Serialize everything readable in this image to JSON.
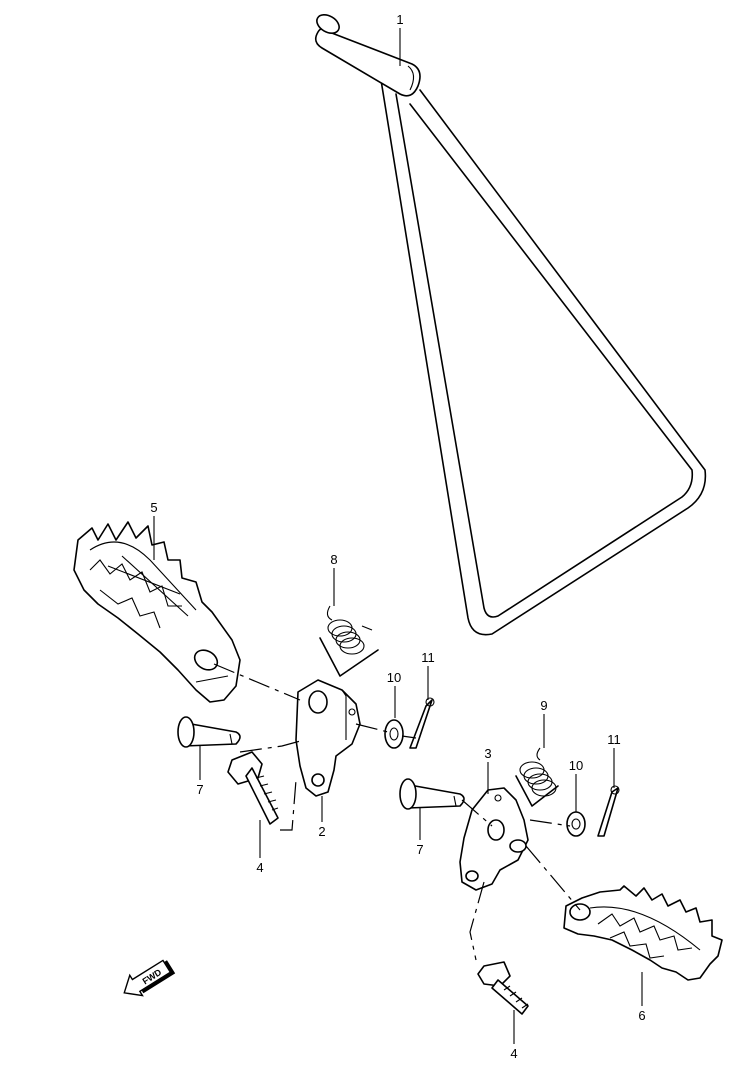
{
  "callouts": {
    "c1": "1",
    "c2": "2",
    "c3": "3",
    "c4a": "4",
    "c4b": "4",
    "c5": "5",
    "c6": "6",
    "c7a": "7",
    "c7b": "7",
    "c8": "8",
    "c9": "9",
    "c10a": "10",
    "c10b": "10",
    "c11a": "11",
    "c11b": "11"
  },
  "fwd_label": "FWD"
}
